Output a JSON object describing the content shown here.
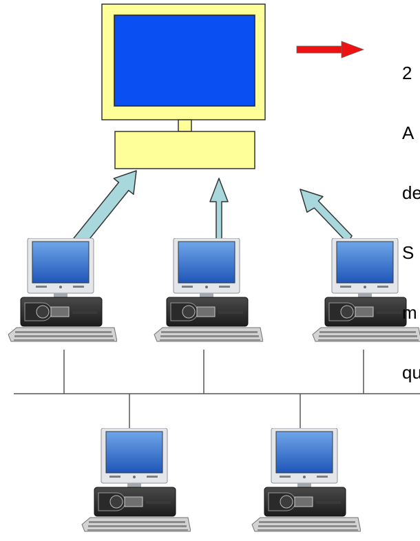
{
  "caption_lines": [
    "2",
    "A",
    "de",
    "S",
    "m",
    "qu"
  ],
  "colors": {
    "monitor_frame": "#ffff99",
    "monitor_screen": "#0a4ff2",
    "output_arrow": "#ee1111",
    "upload_arrow": "#a8d8dc",
    "network_line": "#555555"
  },
  "icons": {
    "server": "large-monitor-icon",
    "workstation": "desktop-computer-icon",
    "output_arrow": "red-arrow-icon",
    "upload_arrow": "arrow-icon"
  }
}
